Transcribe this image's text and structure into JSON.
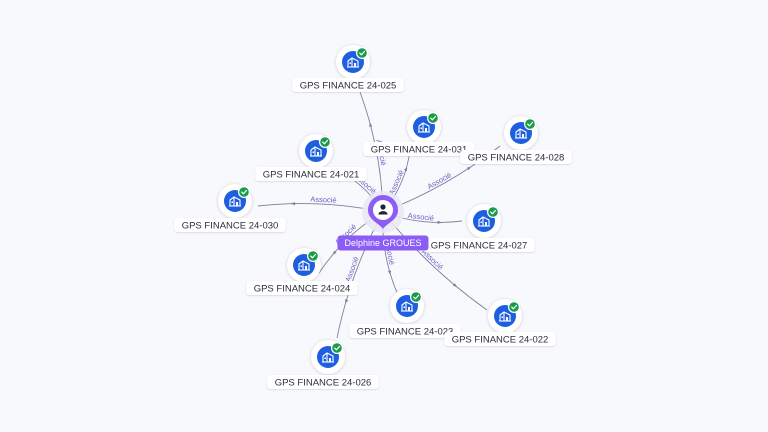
{
  "colors": {
    "background": "#f8f9fc",
    "edge": "#7d809a",
    "edge_label": "#6b5fc2",
    "company_icon": "#1d5fe0",
    "verified_badge": "#1a9b4b",
    "person_pin": "#8b5cf6"
  },
  "center": {
    "label": "Delphine GROUES",
    "icon": "person-icon"
  },
  "edge_label": "Associé",
  "nodes": [
    {
      "id": "n025",
      "label": "GPS FINANCE 24-025",
      "icon": "building-icon",
      "badge": "check-badge-icon"
    },
    {
      "id": "n031",
      "label": "GPS FINANCE 24-031",
      "icon": "building-icon",
      "badge": "check-badge-icon"
    },
    {
      "id": "n028",
      "label": "GPS FINANCE 24-028",
      "icon": "building-icon",
      "badge": "check-badge-icon"
    },
    {
      "id": "n021",
      "label": "GPS FINANCE 24-021",
      "icon": "building-icon",
      "badge": "check-badge-icon"
    },
    {
      "id": "n030",
      "label": "GPS FINANCE 24-030",
      "icon": "building-icon",
      "badge": "check-badge-icon"
    },
    {
      "id": "n027",
      "label": "GPS FINANCE 24-027",
      "icon": "building-icon",
      "badge": "check-badge-icon"
    },
    {
      "id": "n024",
      "label": "GPS FINANCE 24-024",
      "icon": "building-icon",
      "badge": "check-badge-icon"
    },
    {
      "id": "n023",
      "label": "GPS FINANCE 24-023",
      "icon": "building-icon",
      "badge": "check-badge-icon"
    },
    {
      "id": "n022",
      "label": "GPS FINANCE 24-022",
      "icon": "building-icon",
      "badge": "check-badge-icon"
    },
    {
      "id": "n026",
      "label": "GPS FINANCE 24-026",
      "icon": "building-icon",
      "badge": "check-badge-icon"
    }
  ]
}
